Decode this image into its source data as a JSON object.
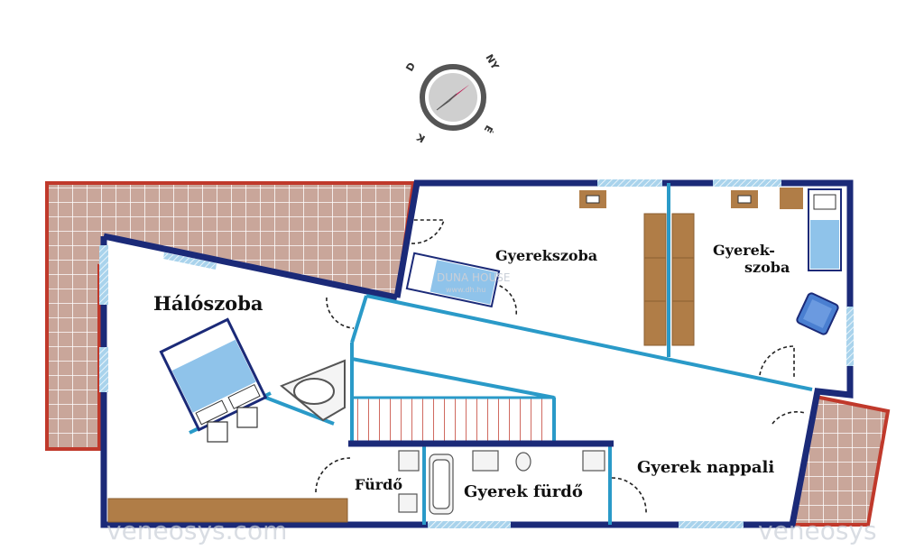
{
  "compass": {
    "letters": [
      "NY",
      "É",
      "K",
      "D"
    ]
  },
  "rooms": {
    "halo": "Hálószoba",
    "gyerek1": "Gyerekszoba",
    "gyerek2_line1": "Gyerek-",
    "gyerek2_line2": "szoba",
    "furdo": "Fürdő",
    "gyerek_furdo": "Gyerek fürdő",
    "nappali": "Gyerek nappali"
  },
  "watermarks": {
    "brand": "DUNA HOUSE",
    "site": "www.dh.hu",
    "corner_left": "veneosys.com",
    "corner_right": "veneosys"
  },
  "colors": {
    "wall": "#1b2a78",
    "inner_wall": "#2a9ac8",
    "terrace_fill": "#c9a69a",
    "terrace_border": "#c0392b",
    "furniture": "#b07d47",
    "bed_blue": "#8fc3ea",
    "window": "#a9d3ec",
    "compass_arrow": "#c0245a"
  }
}
